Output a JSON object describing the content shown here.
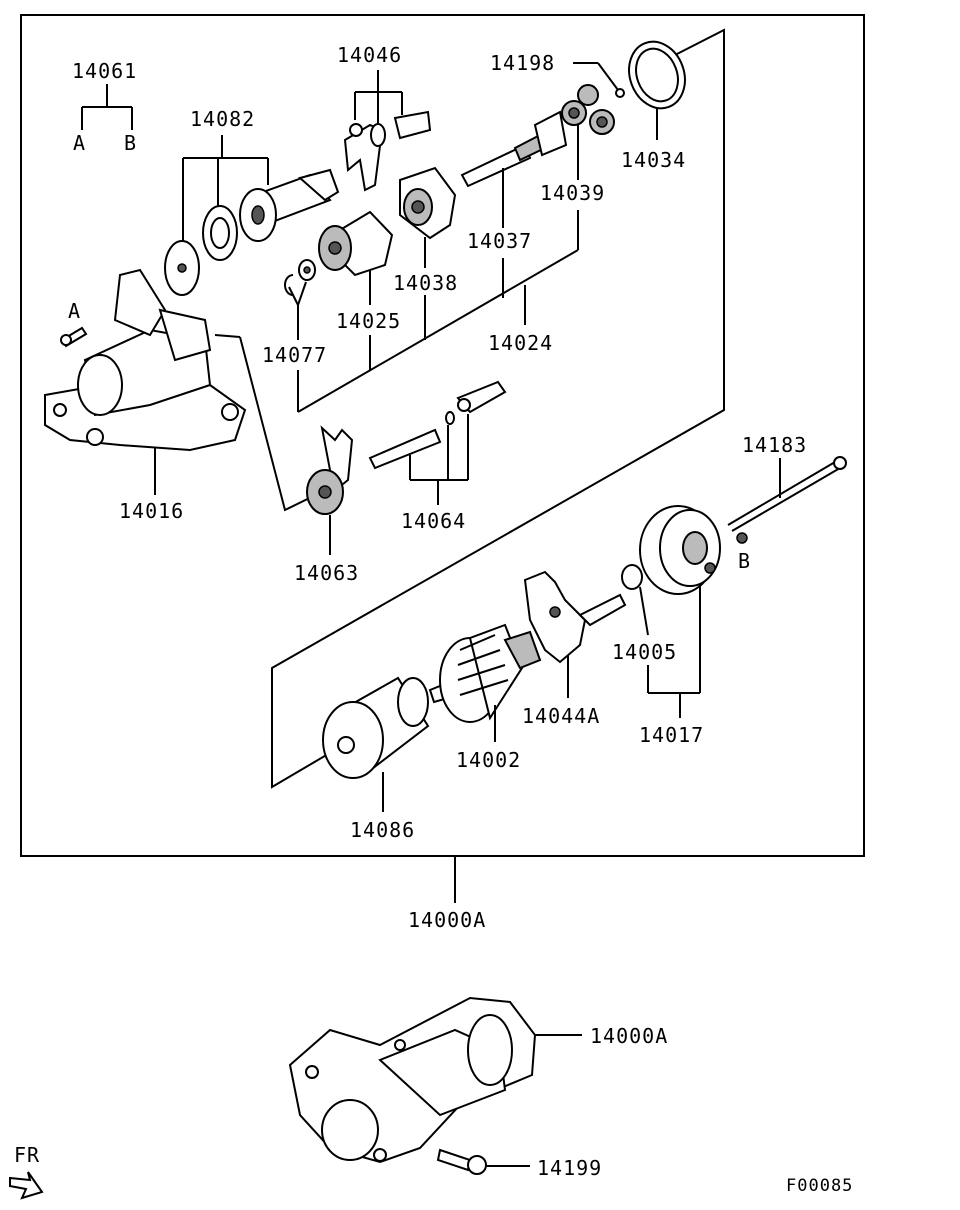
{
  "diagram": {
    "parts": {
      "p14061": "14061",
      "p14082": "14082",
      "p14046": "14046",
      "p14198": "14198",
      "p14034": "14034",
      "p14039": "14039",
      "p14037": "14037",
      "p14038": "14038",
      "p14025": "14025",
      "p14024": "14024",
      "p14077": "14077",
      "p14016": "14016",
      "p14063": "14063",
      "p14064": "14064",
      "p14183": "14183",
      "p14005": "14005",
      "p14017": "14017",
      "p14044A": "14044A",
      "p14002": "14002",
      "p14086": "14086",
      "p14000A_main": "14000A",
      "p14000A_assy": "14000A",
      "p14199": "14199"
    },
    "markers": {
      "a_top": "A",
      "b_top": "B",
      "a_bolt": "A",
      "b_bolt": "B"
    },
    "direction_label": "FR",
    "figure_code": "F00085"
  }
}
